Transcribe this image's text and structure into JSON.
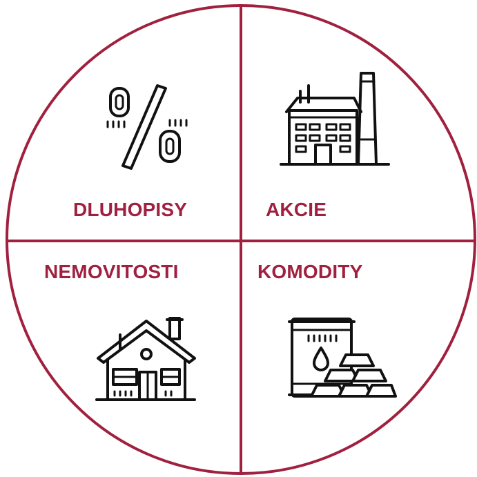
{
  "colors": {
    "accent": "#A0203F",
    "icon_stroke": "#111111",
    "background": "#FFFFFF"
  },
  "quadrants": {
    "top_left": {
      "label": "DLUHOPISY",
      "icon": "percent-icon"
    },
    "top_right": {
      "label": "AKCIE",
      "icon": "factory-icon"
    },
    "bottom_left": {
      "label": "NEMOVITOSTI",
      "icon": "house-icon"
    },
    "bottom_right": {
      "label": "KOMODITY",
      "icon": "barrel-gold-icon"
    }
  }
}
